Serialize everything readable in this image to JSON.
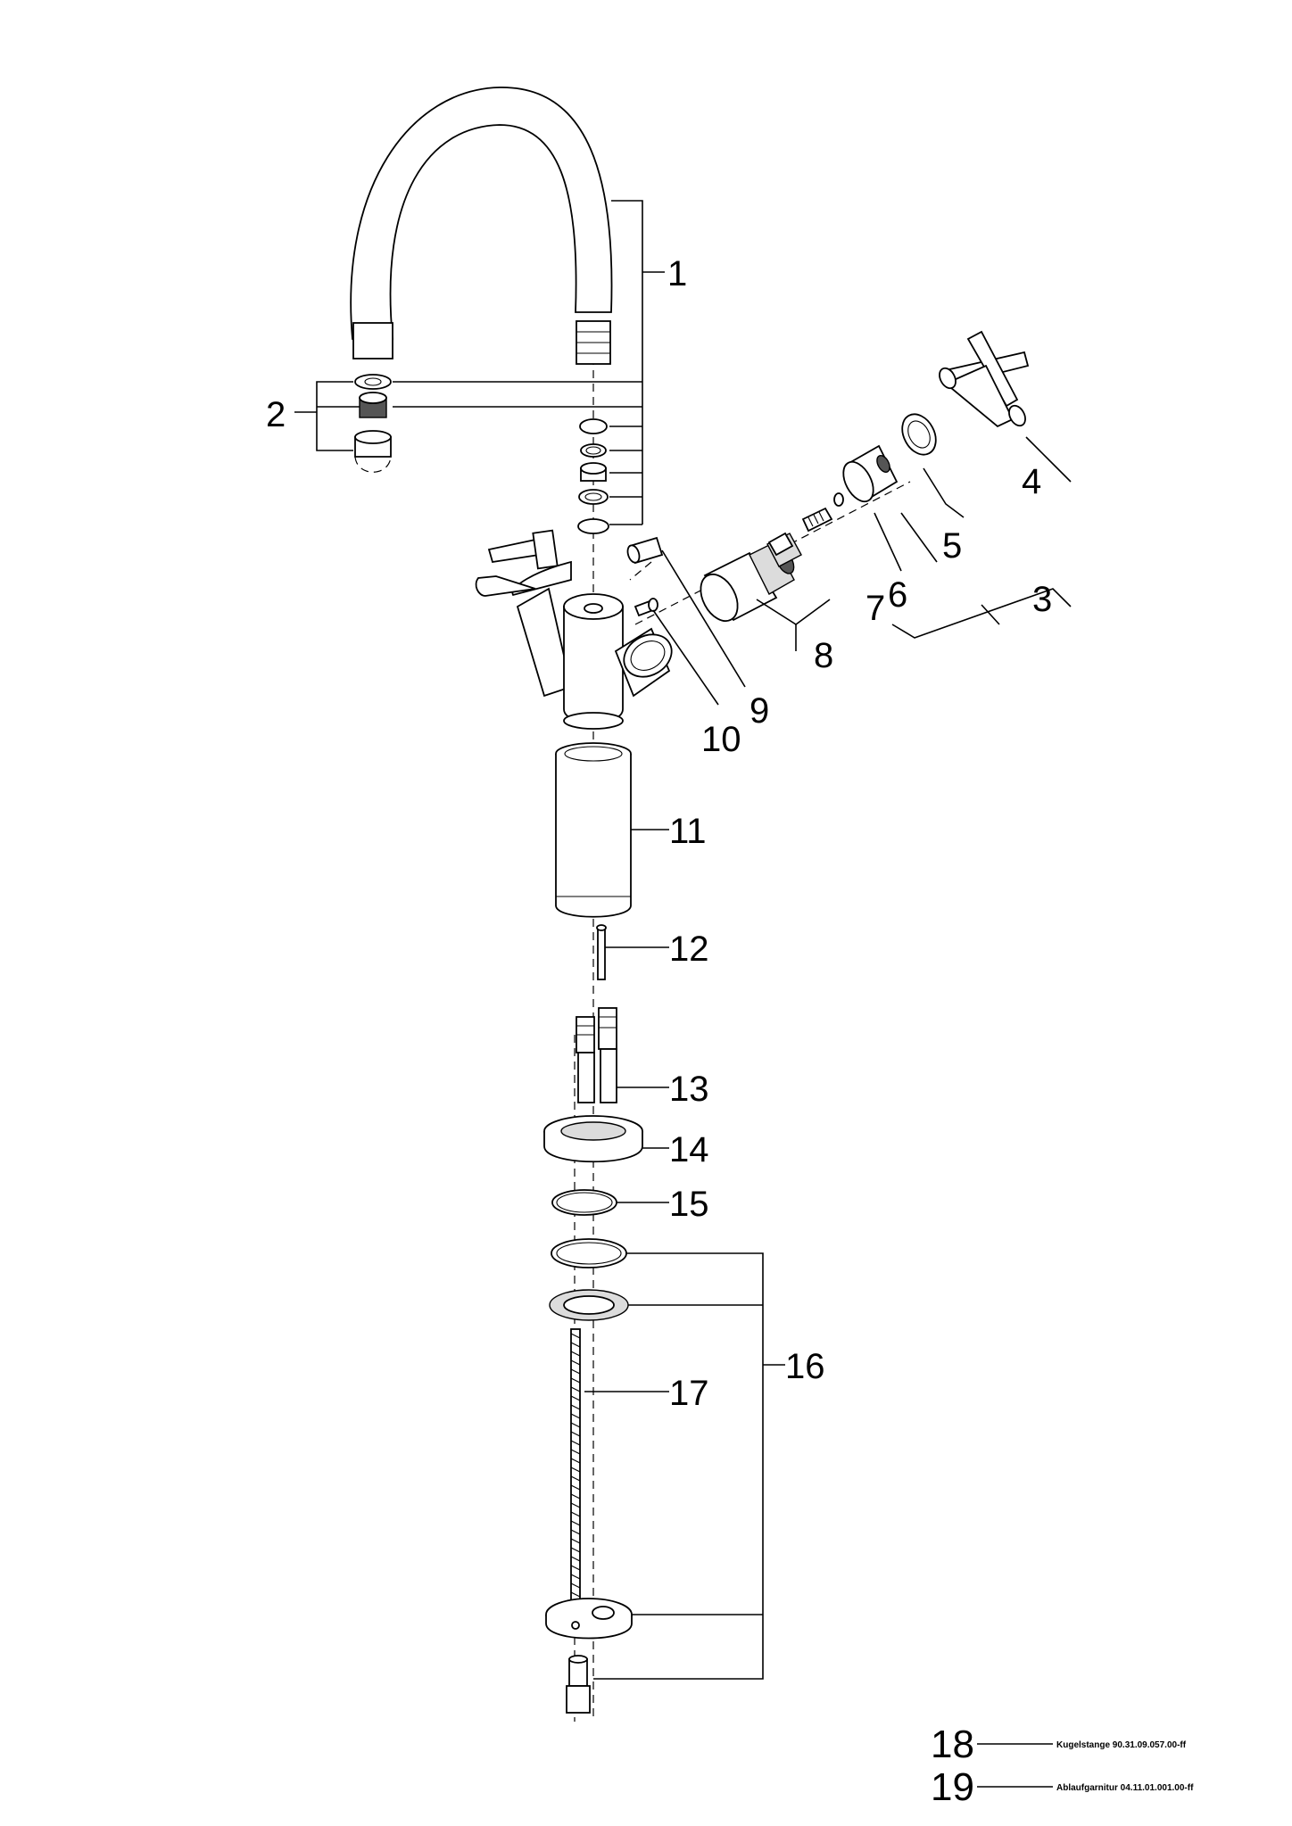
{
  "diagram": {
    "parts": [
      {
        "id": "1",
        "label": "1"
      },
      {
        "id": "2",
        "label": "2"
      },
      {
        "id": "3",
        "label": "3"
      },
      {
        "id": "4",
        "label": "4"
      },
      {
        "id": "5",
        "label": "5"
      },
      {
        "id": "6",
        "label": "6"
      },
      {
        "id": "7",
        "label": "7"
      },
      {
        "id": "8",
        "label": "8"
      },
      {
        "id": "9",
        "label": "9"
      },
      {
        "id": "10",
        "label": "10"
      },
      {
        "id": "11",
        "label": "11"
      },
      {
        "id": "12",
        "label": "12"
      },
      {
        "id": "13",
        "label": "13"
      },
      {
        "id": "14",
        "label": "14"
      },
      {
        "id": "15",
        "label": "15"
      },
      {
        "id": "16",
        "label": "16"
      },
      {
        "id": "17",
        "label": "17"
      }
    ],
    "references": [
      {
        "id": "18",
        "label": "18",
        "text": "Kugelstange 90.31.09.057.00-ff"
      },
      {
        "id": "19",
        "label": "19",
        "text": "Ablaufgarnitur 04.11.01.001.00-ff"
      }
    ]
  }
}
